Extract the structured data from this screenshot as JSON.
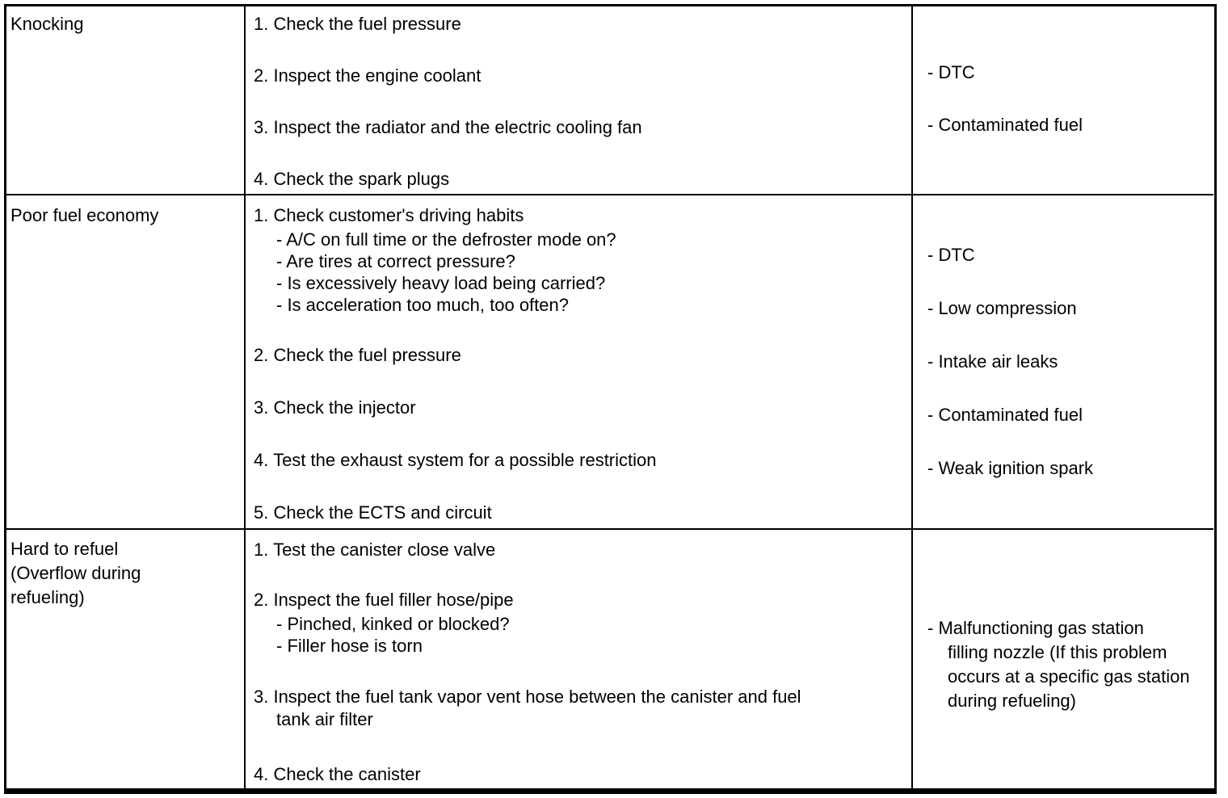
{
  "table": {
    "rows": [
      {
        "symptom": {
          "lines": [
            "Knocking"
          ]
        },
        "steps": [
          {
            "lines": [
              "1. Check the fuel pressure"
            ]
          },
          {
            "lines": [
              "2. Inspect the engine coolant"
            ]
          },
          {
            "lines": [
              "3. Inspect the radiator and the electric cooling fan"
            ]
          },
          {
            "lines": [
              "4. Check the spark plugs"
            ]
          }
        ],
        "causes": [
          {
            "lines": [
              "- DTC"
            ]
          },
          {
            "lines": [
              "- Contaminated fuel"
            ]
          }
        ]
      },
      {
        "symptom": {
          "lines": [
            "Poor fuel economy"
          ]
        },
        "steps": [
          {
            "lines": [
              "1. Check customer's driving habits"
            ],
            "subs": [
              "- A/C on full time or the defroster mode on?",
              "- Are tires at correct pressure?",
              "- Is excessively heavy load being carried?",
              "- Is acceleration too much, too often?"
            ]
          },
          {
            "lines": [
              "2. Check the fuel pressure"
            ]
          },
          {
            "lines": [
              "3. Check the injector"
            ]
          },
          {
            "lines": [
              "4. Test the exhaust system for a possible restriction"
            ]
          },
          {
            "lines": [
              "5. Check the ECTS and circuit"
            ]
          }
        ],
        "causes": [
          {
            "lines": [
              "- DTC"
            ]
          },
          {
            "lines": [
              "- Low compression"
            ]
          },
          {
            "lines": [
              "- Intake air leaks"
            ]
          },
          {
            "lines": [
              "- Contaminated fuel"
            ]
          },
          {
            "lines": [
              "- Weak ignition spark"
            ]
          }
        ]
      },
      {
        "symptom": {
          "lines": [
            "Hard to refuel",
            "(Overflow during",
            "refueling)"
          ]
        },
        "steps": [
          {
            "lines": [
              "1. Test the canister close valve"
            ]
          },
          {
            "lines": [
              "2. Inspect the fuel filler hose/pipe"
            ],
            "subs": [
              "- Pinched, kinked or blocked?",
              "- Filler hose is torn"
            ]
          },
          {
            "lines": [
              "3. Inspect the fuel tank vapor vent hose between the canister and fuel",
              "tank air filter"
            ]
          },
          {
            "lines": [
              "4. Check the canister"
            ]
          }
        ],
        "causes": [
          {
            "lines": [
              "- Malfunctioning gas station",
              "filling nozzle (If this problem",
              "occurs at a specific gas station",
              "during refueling)"
            ]
          }
        ]
      }
    ]
  },
  "colors": {
    "border": "#000000",
    "text": "#000000",
    "background": "#ffffff"
  }
}
